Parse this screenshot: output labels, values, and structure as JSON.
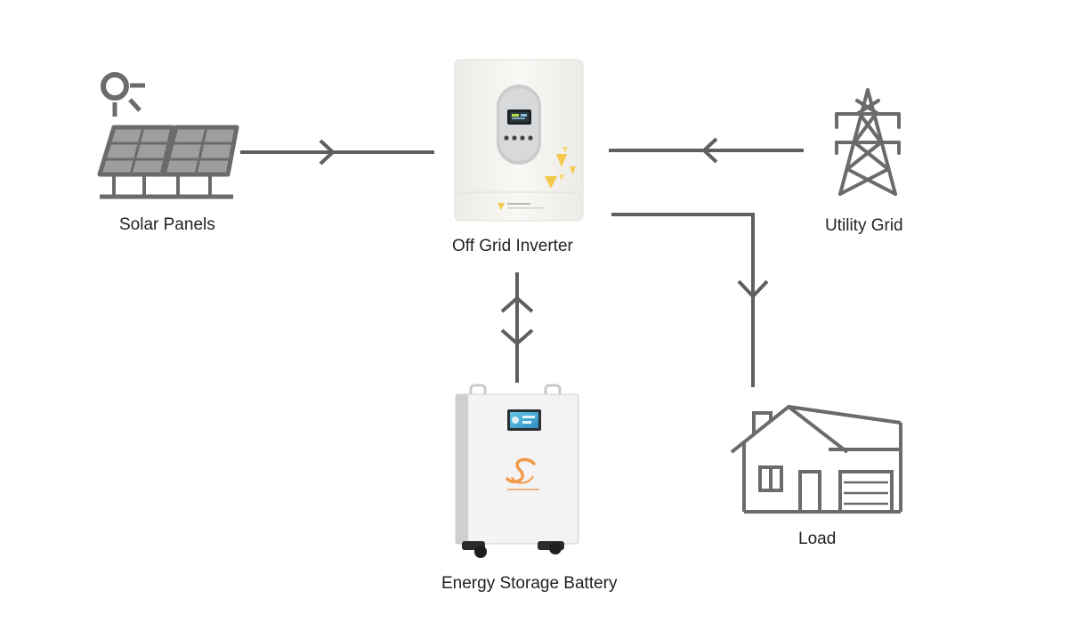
{
  "labels": {
    "solar_panels": "Solar Panels",
    "inverter": "Off Grid Inverter",
    "utility_grid": "Utility Grid",
    "battery": "Energy Storage Battery",
    "load": "Load"
  },
  "colors": {
    "line": "#5f5f5f",
    "icon": "#6b6b6b",
    "accent_yellow": "#f2c94c",
    "battery_orange": "#f2994a",
    "text": "#222222",
    "device_body": "#f4f4f2"
  },
  "icons": {
    "solar_panels": "solar-panels-icon",
    "sun": "sun-icon",
    "utility_grid": "transmission-tower-icon",
    "load": "house-icon",
    "inverter": "inverter-device",
    "battery": "battery-device"
  }
}
